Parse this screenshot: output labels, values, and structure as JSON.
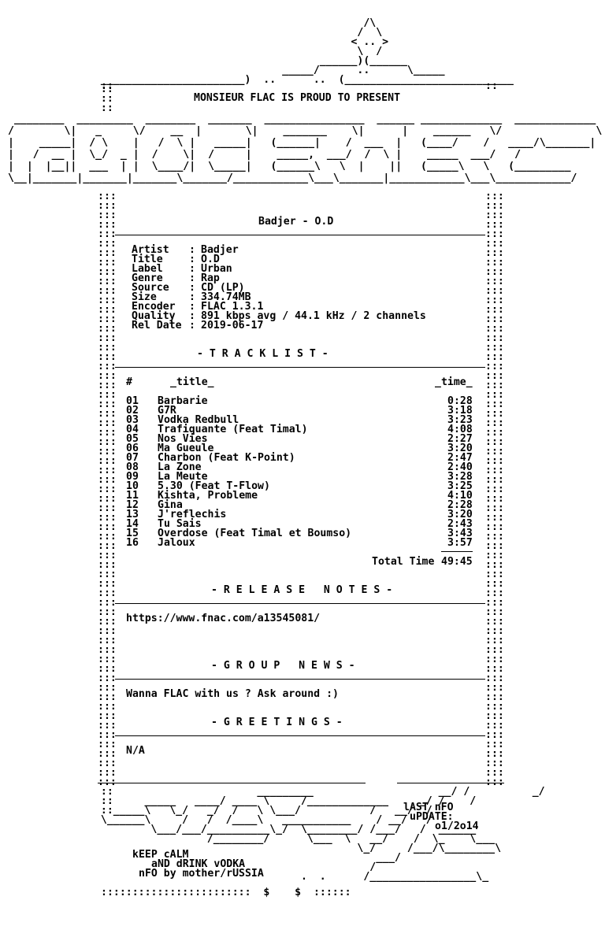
{
  "header_art": [
    "                                            /\\",
    "                                           /  \\",
    "                                          < .. >",
    "                                           \\  /",
    "                                     ______)(______",
    "                               _____/      ..      \\_____",
    "  _______________________)  ..      ..  (___________________________",
    "  ::",
    "  ::",
    "  ::"
  ],
  "presenter": "MONSIEUR FLAC IS PROUD TO PRESENT",
  "logo_art": [
    " ________  _________  ________  _______  ________________  ______ _____________  _____________",
    "/        \\|   _     \\/    __  |       \\|    _______    \\|      |    ______   \\/               \\",
    "|    _____|  / \\    |   /  \\ |   _____|   (______|    /  ___  |   (____/    /   ____/\\_______|",
    "|   /  __ |  \\_/  _ |  /    \\|  /     |    _____,  ___/  /  \\ |    _____  ___/   /",
    "|  |  |__||  ___  | |  \\____/|  \\_____|   (______\\   \\  |    ||   (_____\\   \\   (_________",
    "\\__|_______|_______|_______\\_______/____________\\___\\_______|____________\\___\\____________/"
  ],
  "release_title": "Badjer - O.D",
  "info": [
    {
      "key": "Artist",
      "value": "Badjer"
    },
    {
      "key": "Title",
      "value": "O.D"
    },
    {
      "key": "Label",
      "value": "Urban"
    },
    {
      "key": "Genre",
      "value": "Rap"
    },
    {
      "key": "Source",
      "value": "CD (LP)"
    },
    {
      "key": "Size",
      "value": "334.74MB"
    },
    {
      "key": "Encoder",
      "value": "FLAC 1.3.1"
    },
    {
      "key": "Quality",
      "value": "891 kbps avg / 44.1 kHz / 2 channels"
    },
    {
      "key": "Rel Date",
      "value": "2019-06-17"
    }
  ],
  "sections": {
    "tracklist": "- T R A C K L I S T -",
    "release_notes": "- R E L E A S E   N O T E S -",
    "group_news": "- G R O U P   N E W S -",
    "greetings": "- G R E E T I N G S -"
  },
  "tracklist_header": {
    "num": "#",
    "title": "_title_",
    "time": "_time_"
  },
  "tracks": [
    {
      "num": "01",
      "title": "Barbarie",
      "time": "0:28"
    },
    {
      "num": "02",
      "title": "G7R",
      "time": "3:18"
    },
    {
      "num": "03",
      "title": "Vodka Redbull",
      "time": "3:23"
    },
    {
      "num": "04",
      "title": "Trafiquante (Feat Timal)",
      "time": "4:08"
    },
    {
      "num": "05",
      "title": "Nos Vies",
      "time": "2:27"
    },
    {
      "num": "06",
      "title": "Ma Gueule",
      "time": "3:20"
    },
    {
      "num": "07",
      "title": "Charbon (Feat K-Point)",
      "time": "2:47"
    },
    {
      "num": "08",
      "title": "La Zone",
      "time": "2:40"
    },
    {
      "num": "09",
      "title": "La Meute",
      "time": "3:28"
    },
    {
      "num": "10",
      "title": "5.30 (Feat T-Flow)",
      "time": "3:25"
    },
    {
      "num": "11",
      "title": "Kishta, Probleme",
      "time": "4:10"
    },
    {
      "num": "12",
      "title": "Gina",
      "time": "2:28"
    },
    {
      "num": "13",
      "title": "J'reflechis",
      "time": "3:20"
    },
    {
      "num": "14",
      "title": "Tu Sais",
      "time": "2:43"
    },
    {
      "num": "15",
      "title": "Overdose (Feat Timal et Boumso)",
      "time": "3:43"
    },
    {
      "num": "16",
      "title": "Jaloux",
      "time": "3:57"
    }
  ],
  "total_label": "Total Time",
  "total_time": "49:45",
  "release_notes_text": "https://www.fnac.com/a13545081/",
  "group_news_text": "Wanna FLAC with us ? Ask around :)",
  "greetings_text": "N/A",
  "footer": {
    "last_nfo_1": "lAST nFO",
    "last_nfo_2": "uPDATE:",
    "last_nfo_3": "o1/2o14",
    "keep_1": "kEEP cALM",
    "keep_2": "aND dRINK vODKA",
    "nfo_by": "nFO by mother/rUSSIA",
    "bottom_line": "::::::::::::::::::::::::  $    $  ::::::"
  },
  "footer_art": [
    "  ::                       _________                    __/ /          _/",
    "  ::     _____   ____/ ____ \\     /_____________     _/ /    /",
    "  ::_____\\   \\_/   _/  /   \\ \\___/           /   __/  /",
    "  \\______\\     /   /  /____\\   ___________    / __/   /",
    "          \\___/___/__________\\_/  \\________/ /___/   /  ______",
    "                   /________/      \\___  \\   __/    /  \\_    \\___",
    "                                           \\_/     /___/\\________\\",
    "                                              ___/",
    "                                             /",
    "                                  .  .      /_________________\\_"
  ],
  "colors": {
    "text": "#000000",
    "background": "#ffffff"
  }
}
